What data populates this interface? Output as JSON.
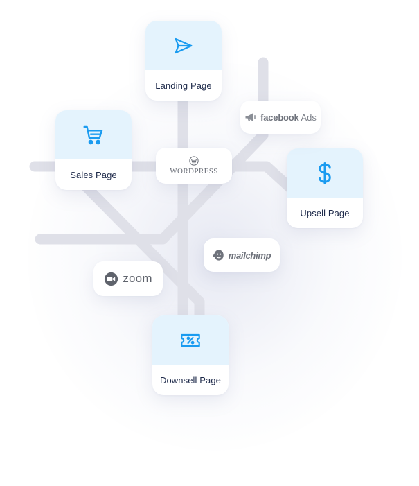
{
  "nodes": {
    "landing": {
      "label": "Landing Page",
      "icon": "send-icon"
    },
    "sales": {
      "label": "Sales Page",
      "icon": "cart-icon"
    },
    "upsell": {
      "label": "Upsell Page",
      "icon": "dollar-icon"
    },
    "downsell": {
      "label": "Downsell Page",
      "icon": "discount-ticket-icon"
    }
  },
  "integrations": {
    "wordpress": {
      "text": "WordPress",
      "icon": "wordpress-logo-icon"
    },
    "facebook": {
      "brand": "facebook",
      "suffix": "Ads",
      "icon": "megaphone-icon"
    },
    "mailchimp": {
      "text": "mailchimp",
      "icon": "mailchimp-logo-icon"
    },
    "zoom": {
      "text": "zoom",
      "icon": "zoom-camera-icon"
    }
  },
  "colors": {
    "accent": "#1a9bf0",
    "card_top": "#e4f3fd",
    "line": "#dfe0e8",
    "label_text": "#1e2a4a"
  }
}
